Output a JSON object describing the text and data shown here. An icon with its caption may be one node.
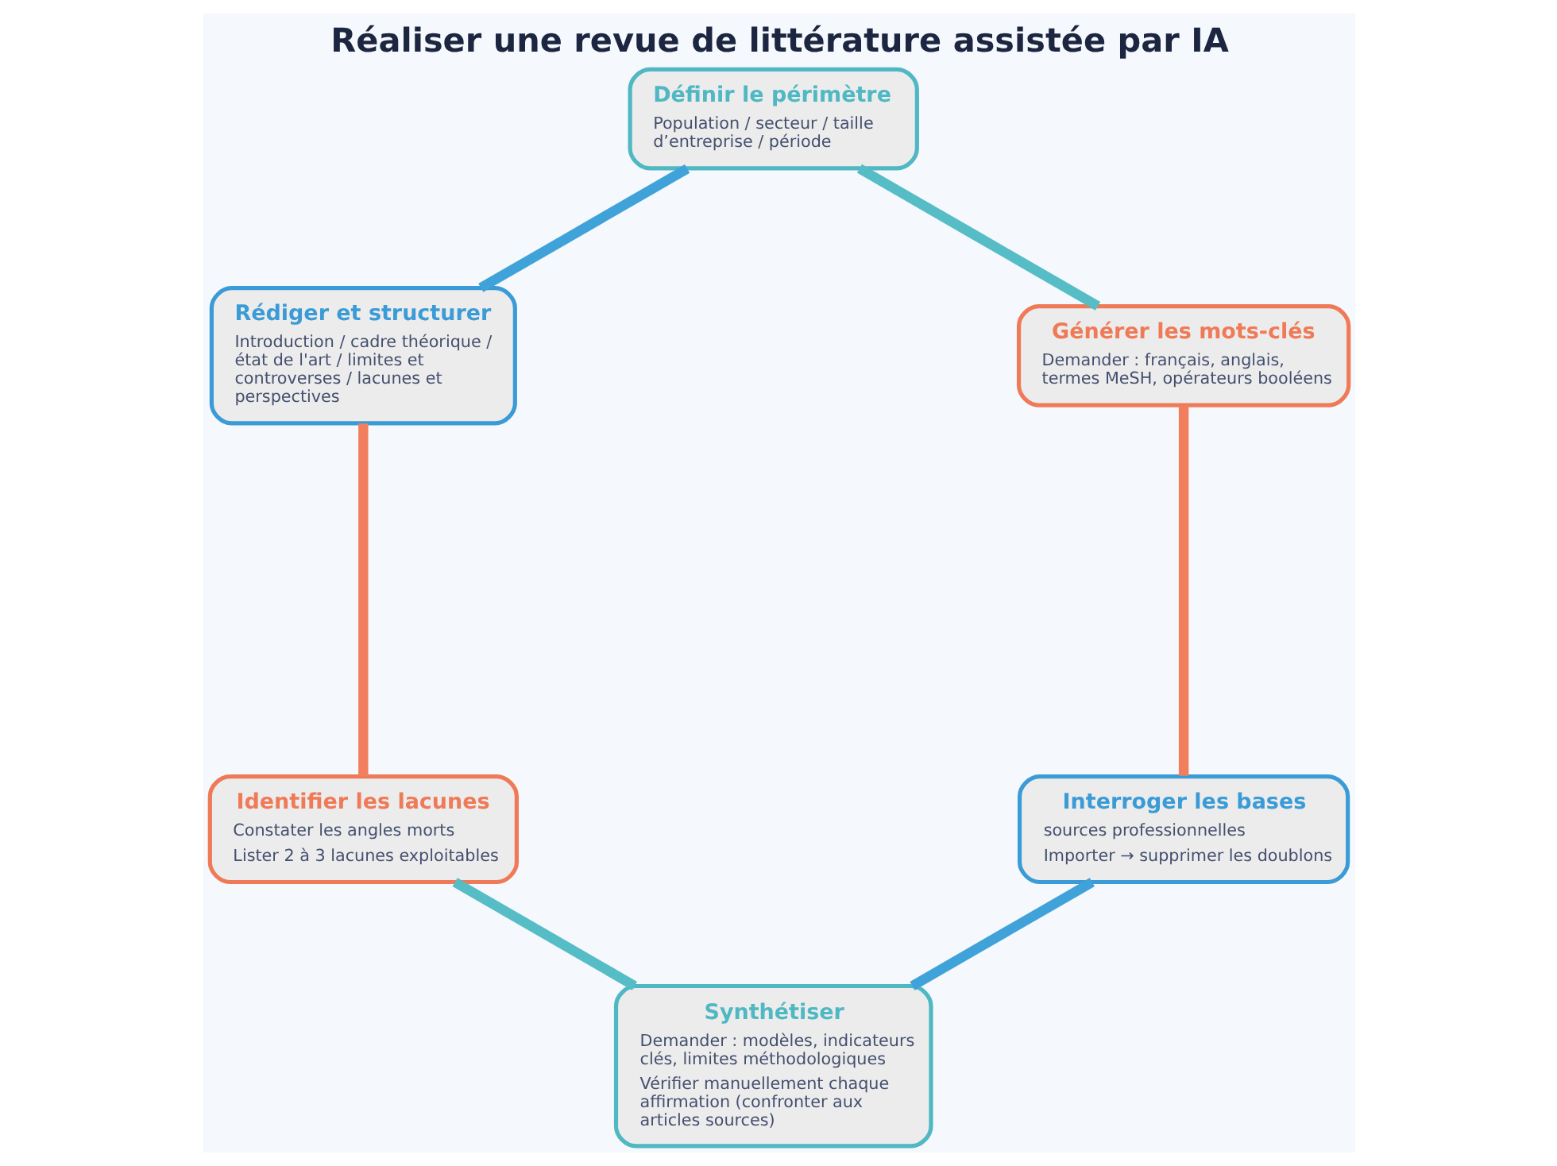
{
  "diagram": {
    "title": "Réaliser une revue de littérature assistée par IA",
    "nodes": [
      {
        "text": [
          "Définir le périmètre",
          "Population / secteur / taille d’entreprise / période"
        ]
      },
      {
        "text": [
          "Générer les mots-clés",
          "Demander : français, anglais, termes MeSH, opérateurs booléens"
        ]
      },
      {
        "text": [
          "Interroger les bases",
          "sources professionnelles",
          "Importer → supprimer les doublons"
        ]
      },
      {
        "text": [
          "Synthétiser",
          "Demander : modèles, indicateurs clés, limites méthodologiques",
          "Vérifier manuellement chaque affirmation (confronter aux articles sources)"
        ]
      },
      {
        "text": [
          "Identifier les lacunes",
          "Constater les angles morts",
          "Lister 2 à 3 lacunes exploitables"
        ]
      },
      {
        "text": [
          "Rédiger et structurer",
          "Introduction / cadre théorique / état de l'art / limites et controverses / lacunes et perspectives"
        ]
      }
    ],
    "edges": [
      {
        "from": 0,
        "to": 1,
        "arrow": "none",
        "color": "#56bdc6"
      },
      {
        "from": 1,
        "to": 2,
        "arrow": "none",
        "color": "#f17f5e"
      },
      {
        "from": 2,
        "to": 3,
        "arrow": "none",
        "color": "#3fa2d8"
      },
      {
        "from": 3,
        "to": 4,
        "arrow": "none",
        "color": "#56bdc6"
      },
      {
        "from": 4,
        "to": 5,
        "arrow": "none",
        "color": "#f17f5e"
      },
      {
        "from": 5,
        "to": 0,
        "arrow": "none",
        "color": "#3fa2d8"
      }
    ]
  }
}
